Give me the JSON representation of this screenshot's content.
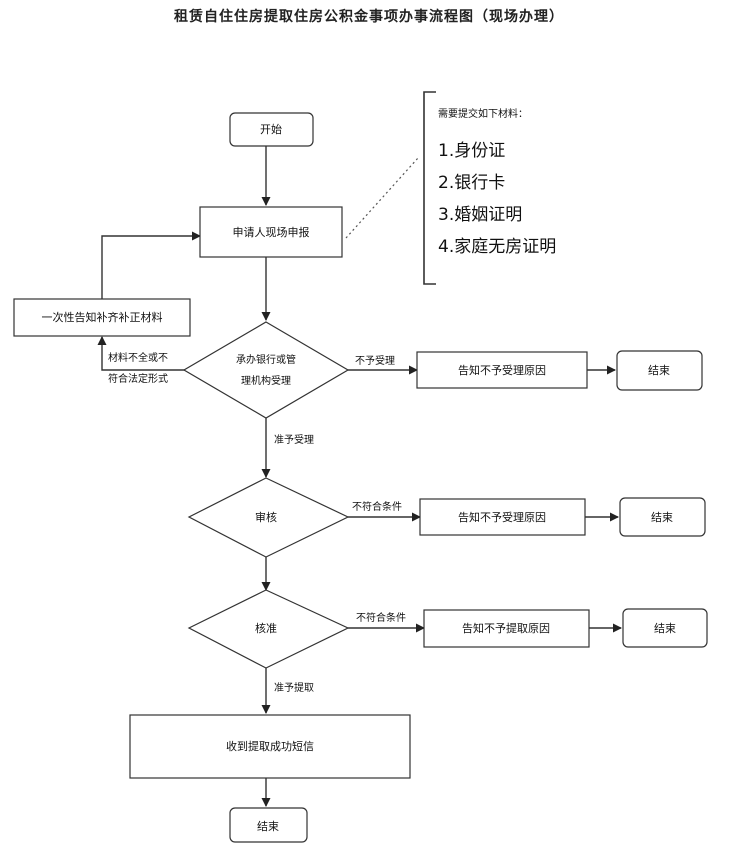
{
  "title": "租赁自住住房提取住房公积金事项办事流程图（现场办理）",
  "nodes": {
    "start": "开始",
    "apply": "申请人现场申报",
    "notify_once": "一次性告知补齐补正材料",
    "accept_decision": [
      "承办银行或管",
      "理机构受理"
    ],
    "reject_reason_1": "告知不予受理原因",
    "end_1": "结束",
    "review": "审核",
    "reject_reason_2": "告知不予受理原因",
    "end_2": "结束",
    "approve": "核准",
    "reject_reason_3": "告知不予提取原因",
    "end_3": "结束",
    "sms": "收到提取成功短信",
    "end_final": "结束"
  },
  "edges": {
    "incomplete": [
      "材料不全或不",
      "符合法定形式"
    ],
    "not_accepted": "不予受理",
    "accepted": "准予受理",
    "not_qualified_1": "不符合条件",
    "not_qualified_2": "不符合条件",
    "approved": "准予提取"
  },
  "materials": {
    "heading": "需要提交如下材料：",
    "items": [
      "1.身份证",
      "2.银行卡",
      "3.婚姻证明",
      "4.家庭无房证明"
    ]
  }
}
